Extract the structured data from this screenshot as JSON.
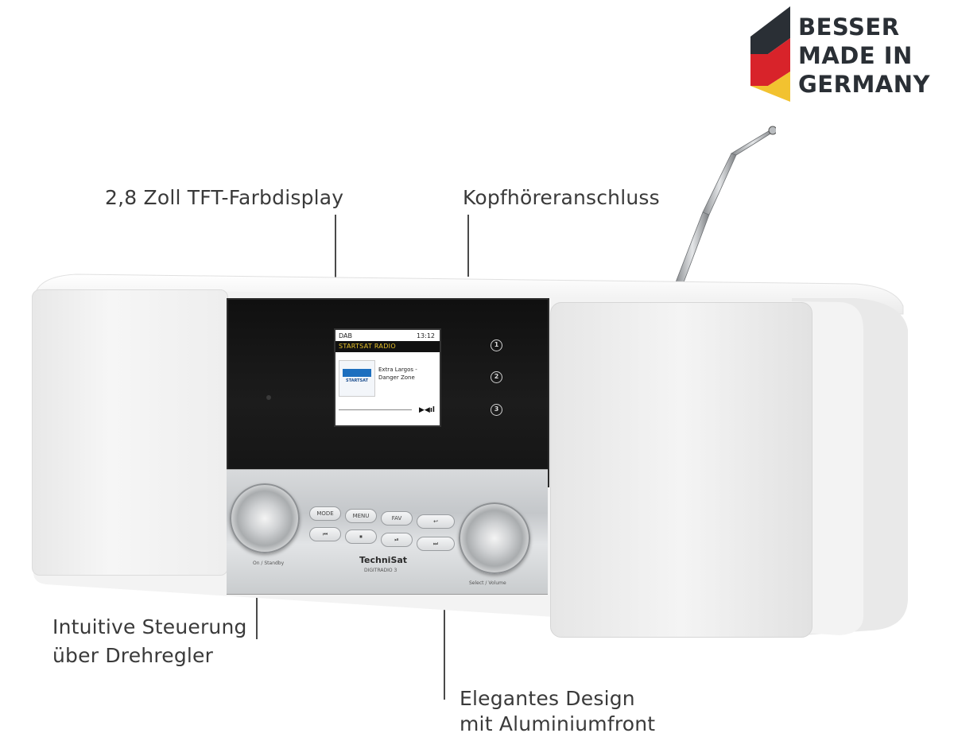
{
  "badge": {
    "line1": "BESSER",
    "line2": "MADE IN",
    "line3": "GERMANY",
    "flag_colors": [
      "#2a2f35",
      "#d8232a",
      "#f2c230"
    ]
  },
  "callouts": {
    "display": "2,8 Zoll TFT-Farbdisplay",
    "headphone": "Kopfhöreranschluss",
    "controls_line1": "Intuitive Steuerung",
    "controls_line2": "über Drehregler",
    "design_line1": "Elegantes Design",
    "design_line2": "mit Aluminiumfront"
  },
  "radio": {
    "brand": "TechniSat",
    "model": "DIGITRADIO 3",
    "screen": {
      "mode": "DAB",
      "time": "13:12",
      "station": "STARTSAT RADIO",
      "track_line1": "Extra Largos -",
      "track_line2": "Danger Zone",
      "station_logo": "STARTSAT"
    },
    "presets": [
      "1",
      "2",
      "3"
    ],
    "buttons_row1": [
      "MODE",
      "MENU",
      "FAV",
      "↩"
    ],
    "buttons_row2": [
      "⏮",
      "⏹",
      "⏯",
      "⏭"
    ],
    "left_knob_label": "On / Standby",
    "right_knob_label": "Select / Volume"
  },
  "colors": {
    "body": "#f2f2f2",
    "display_bg": "#141414",
    "station_text": "#e8c22a",
    "callout_text": "#3a3a3a"
  }
}
